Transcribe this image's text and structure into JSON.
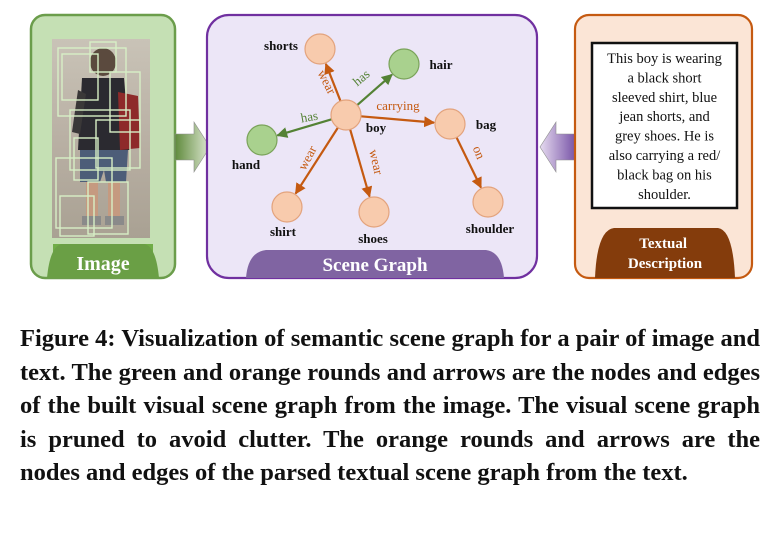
{
  "image_panel": {
    "label": "Image"
  },
  "scene_graph_panel": {
    "label": "Scene Graph",
    "nodes": [
      {
        "id": "boy",
        "label": "boy",
        "color": "orange"
      },
      {
        "id": "shorts",
        "label": "shorts",
        "color": "orange"
      },
      {
        "id": "hair",
        "label": "hair",
        "color": "green"
      },
      {
        "id": "bag",
        "label": "bag",
        "color": "orange"
      },
      {
        "id": "hand",
        "label": "hand",
        "color": "green"
      },
      {
        "id": "shirt",
        "label": "shirt",
        "color": "orange"
      },
      {
        "id": "shoes",
        "label": "shoes",
        "color": "orange"
      },
      {
        "id": "shoulder",
        "label": "shoulder",
        "color": "orange"
      }
    ],
    "edges": [
      {
        "from": "boy",
        "to": "shorts",
        "label": "wear",
        "color": "orange"
      },
      {
        "from": "boy",
        "to": "hair",
        "label": "has",
        "color": "green"
      },
      {
        "from": "boy",
        "to": "bag",
        "label": "carrying",
        "color": "orange"
      },
      {
        "from": "boy",
        "to": "hand",
        "label": "has",
        "color": "green"
      },
      {
        "from": "boy",
        "to": "shirt",
        "label": "wear",
        "color": "orange"
      },
      {
        "from": "boy",
        "to": "shoes",
        "label": "wear",
        "color": "orange"
      },
      {
        "from": "bag",
        "to": "shoulder",
        "label": "on",
        "color": "orange"
      }
    ]
  },
  "text_panel": {
    "lines": [
      "This boy is wearing",
      "a black short",
      "sleeved shirt, blue",
      "jean shorts, and",
      "grey shoes. He is",
      "also carrying a red/",
      "black bag on his",
      "shoulder."
    ],
    "label_lines": [
      "Textual",
      "Description"
    ]
  },
  "colors": {
    "green_fill": "#a9d18e",
    "orange_fill": "#f8cbad",
    "green_edge": "#548235",
    "orange_edge": "#c55a11",
    "purple": "#7030a0",
    "brown": "#843c0c"
  },
  "caption": "Figure 4: Visualization of semantic scene graph for a pair of image and text. The green and orange rounds and arrows are the nodes and edges of the built visual scene graph from the image. The visual scene graph is pruned to avoid clutter. The orange rounds and arrows are the nodes and edges of the parsed textual scene graph from the text."
}
